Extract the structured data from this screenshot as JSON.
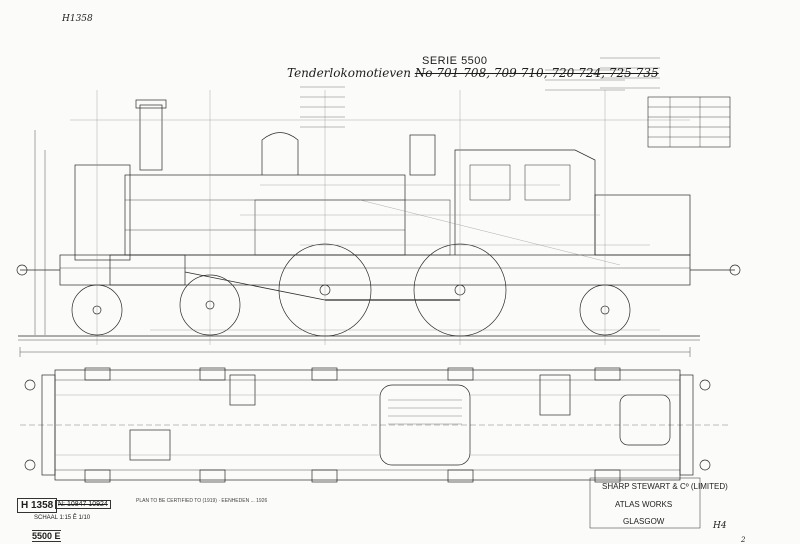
{
  "drawing": {
    "ref_top": "H1358",
    "series": "SERIE 5500",
    "title_prefix": "Tenderlokomotieven",
    "title_struck": "No 701-708, 709-710, 720-724, 725-735",
    "ref_bottom": "H 1358",
    "stamp_bottom": "N: 10847 10924",
    "scale": "SCHAAL 1:15 Ê 1/10",
    "number_bottom": "5500 E",
    "maker_line1": "SHARP STEWART & Cº (LIMITED)",
    "maker_line2": "ATLAS WORKS",
    "maker_line3": "GLASGOW",
    "ref_bottom_right": "H4",
    "ref_bottom_right2": "2",
    "notes": "PLAN TO BE CERTIFIED TO (1919) · EENHEDEN ... 1926"
  },
  "colors": {
    "paper": "#fbfbf9",
    "ink": "#2a2a2a",
    "ink_light": "#8a8a8a"
  }
}
